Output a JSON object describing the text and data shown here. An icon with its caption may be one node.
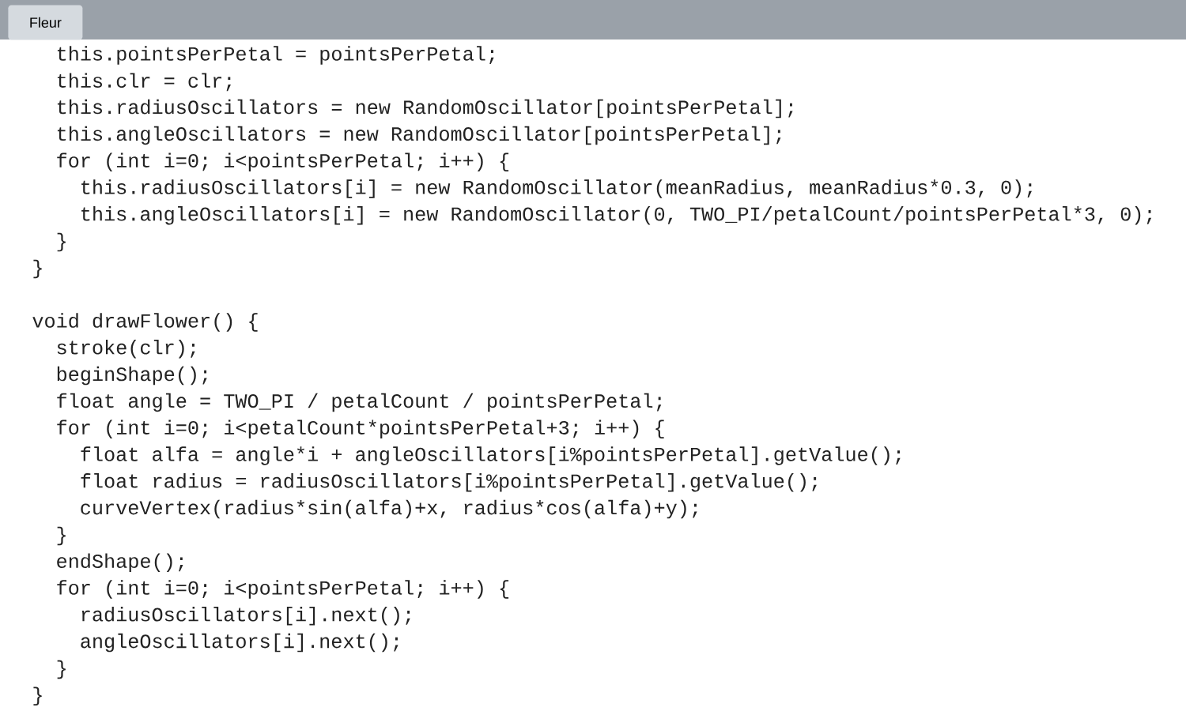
{
  "diagram": {
    "nodes": [
      {
        "text": [
          "Fleur"
        ]
      }
    ],
    "labels": [
      "this.pointsPerPetal = pointsPerPetal;",
      "this.clr = clr;",
      "this.radiusOscillators =  new RandomOscillator[pointsPerPetal];",
      "this.angleOscillators = new RandomOscillator[pointsPerPetal];",
      "for (int i=0; i<pointsPerPetal; i++) {",
      "this.radiusOscillators[i] = new RandomOscillator(meanRadius, meanRadius*0.3, 0);",
      "this.angleOscillators[i] = new RandomOscillator(0, TWO_PI/petalCount/pointsPerPetal*3, 0);",
      "}",
      "}",
      "void drawFlower() {",
      "stroke(clr);",
      "beginShape();",
      "float angle = TWO_PI / petalCount / pointsPerPetal;",
      "for (int i=0; i<petalCount*pointsPerPetal+3; i++) {",
      "float alfa = angle*i + angleOscillators[i%pointsPerPetal].getValue();",
      "float radius = radiusOscillators[i%pointsPerPetal].getValue();",
      "curveVertex(radius*sin(alfa)+x, radius*cos(alfa)+y);",
      "}",
      "endShape();",
      "for (int i=0; i<pointsPerPetal; i++) {",
      "radiusOscillators[i].next();",
      "angleOscillators[i].next();",
      "}",
      "}"
    ]
  }
}
